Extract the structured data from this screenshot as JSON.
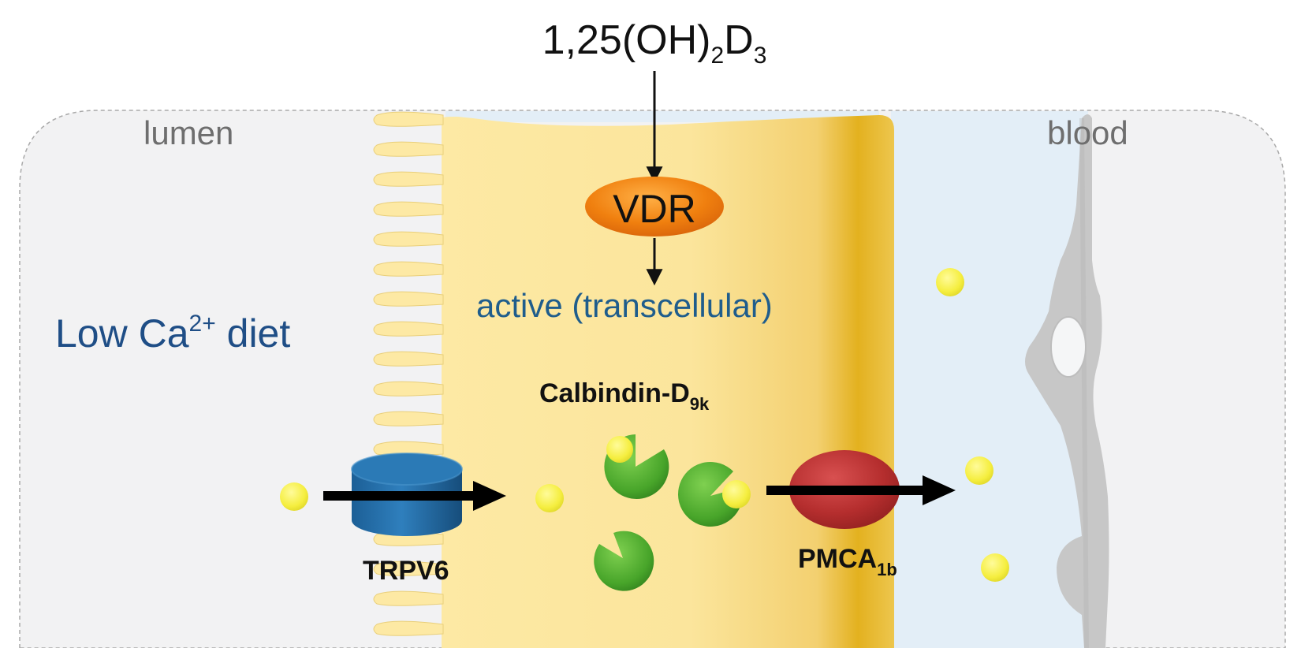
{
  "hormone": {
    "base": "1,25(OH)",
    "sub1": "2",
    "mid": "D",
    "sub2": "3"
  },
  "regions": {
    "lumen": "lumen",
    "blood": "blood"
  },
  "condition": {
    "prefix": "Low Ca",
    "sup": "2+",
    "suffix": " diet"
  },
  "receptor": "VDR",
  "pathway": "active (transcellular)",
  "proteins": {
    "calbindin": {
      "base": "Calbindin-D",
      "sub": "9k"
    },
    "trpv6": "TRPV6",
    "pmca": {
      "base": "PMCA",
      "sub": "1b"
    }
  },
  "colors": {
    "extracellular": "#f2f2f3",
    "cytoplasm": "#fce9a6",
    "basolateral_band": "#e5b526",
    "interstitial": "#e3eef7",
    "capillary": "#c8c8c8",
    "vdr": "#f07f12",
    "trpv6": "#1f6aa5",
    "pmca": "#b62f2f",
    "calbindin": "#4aa82a",
    "calcium": "#f6f04a",
    "blue_text": "#1f5d8c"
  }
}
